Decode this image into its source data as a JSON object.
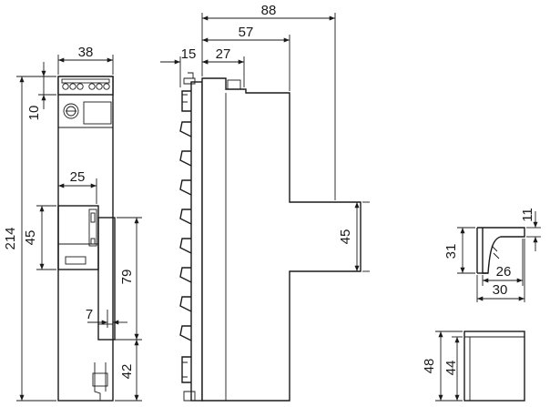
{
  "drawing": {
    "front_view": {
      "width_label": "38",
      "height_label": "214",
      "top_offset_label": "10",
      "window_width_label": "25",
      "window_height_label": "45",
      "foot_height_label": "79",
      "foot_offset_label": "7",
      "clip_height_label": "42"
    },
    "side_view": {
      "overall_depth_label": "88",
      "depth_57_label": "57",
      "depth_27_label": "27",
      "depth_15_label": "15",
      "step_height_label": "45"
    },
    "bracket_view": {
      "height_31_label": "31",
      "offset_11_label": "11",
      "width_26_label": "26",
      "width_30_label": "30"
    },
    "cap_view": {
      "height_48_label": "48",
      "height_44_label": "44"
    }
  }
}
